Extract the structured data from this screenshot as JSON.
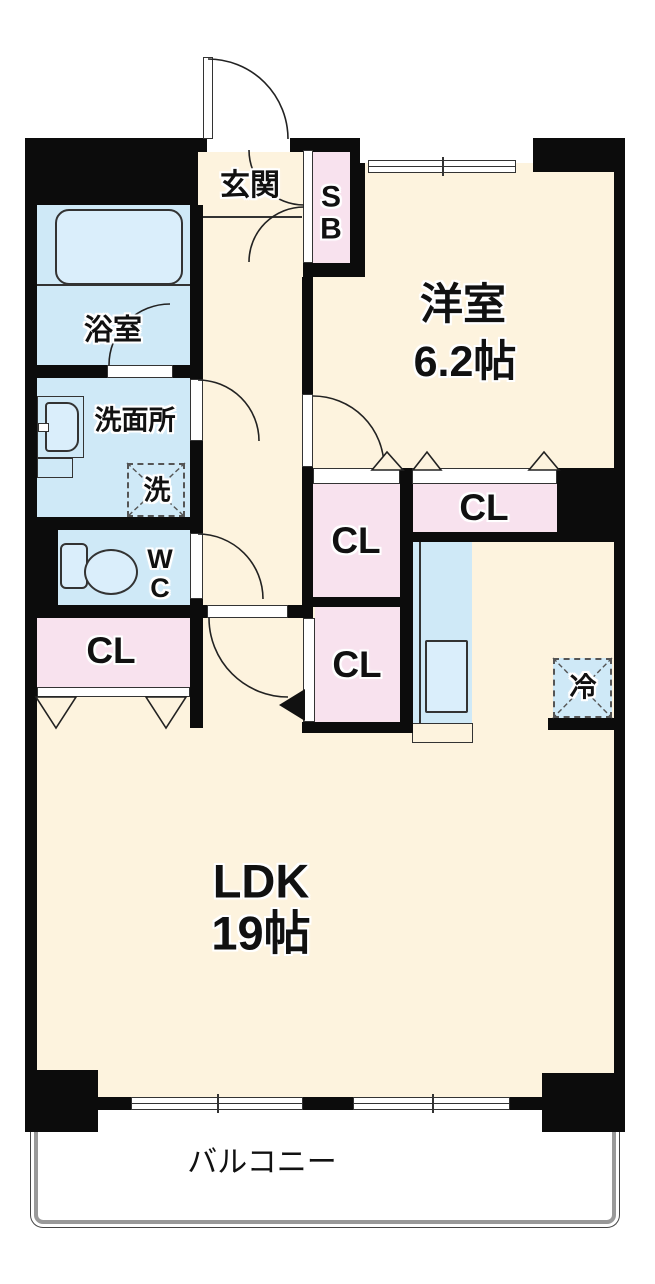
{
  "floorplan": {
    "kind": "apartment-floor-plan",
    "colors": {
      "floor": "#fdf3de",
      "wet_area": "#cfe9f7",
      "closet": "#f8e2ee",
      "fixture": "#daeefb",
      "wall": "#0c0c0c",
      "balcony_rail": "#999999"
    },
    "rooms": {
      "entrance": {
        "label": "玄関"
      },
      "shoe_box": {
        "label": "S\nB"
      },
      "western_room": {
        "label": "洋室",
        "size": "6.2帖"
      },
      "bathroom": {
        "label": "浴室"
      },
      "washroom": {
        "label": "洗面所"
      },
      "washer_space": {
        "label": "洗"
      },
      "toilet": {
        "label": "W\nC"
      },
      "hall_closet": {
        "label": "CL"
      },
      "mid_closet_upper": {
        "label": "CL"
      },
      "mid_closet_lower": {
        "label": "CL"
      },
      "western_room_closet": {
        "label": "CL"
      },
      "refrigerator_space": {
        "label": "冷"
      },
      "ldk": {
        "label": "LDK",
        "size": "19帖"
      },
      "balcony": {
        "label": "バルコニー"
      }
    }
  }
}
